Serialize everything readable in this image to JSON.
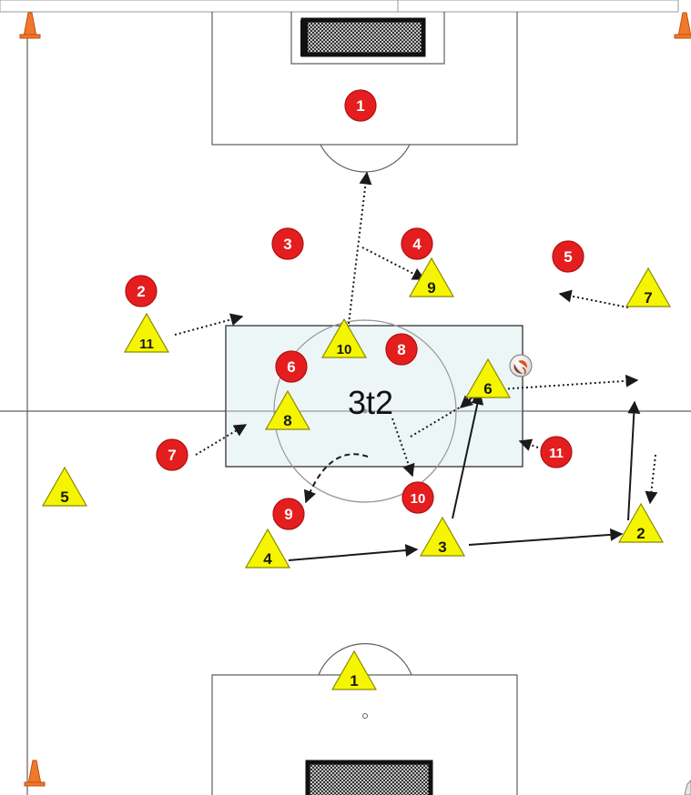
{
  "colors": {
    "pitch_bg": "#ffffff",
    "lines": "#606060",
    "zone_fill": "#eaf4f6",
    "zone_border": "#222222",
    "team_red": "#e41e1e",
    "team_yellow": "#f5f500",
    "cone": "#f0782a",
    "arrow": "#1a1a1a"
  },
  "zone": {
    "label": "3t2"
  },
  "players": {
    "red": [
      {
        "id": "r1",
        "number": "1"
      },
      {
        "id": "r2",
        "number": "2"
      },
      {
        "id": "r3",
        "number": "3"
      },
      {
        "id": "r4",
        "number": "4"
      },
      {
        "id": "r5",
        "number": "5"
      },
      {
        "id": "r6",
        "number": "6"
      },
      {
        "id": "r7",
        "number": "7"
      },
      {
        "id": "r8",
        "number": "8"
      },
      {
        "id": "r9",
        "number": "9"
      },
      {
        "id": "r10",
        "number": "10"
      },
      {
        "id": "r11",
        "number": "11"
      }
    ],
    "yellow": [
      {
        "id": "y1",
        "number": "1"
      },
      {
        "id": "y2",
        "number": "2"
      },
      {
        "id": "y3",
        "number": "3"
      },
      {
        "id": "y4",
        "number": "4"
      },
      {
        "id": "y5",
        "number": "5"
      },
      {
        "id": "y6",
        "number": "6"
      },
      {
        "id": "y7",
        "number": "7"
      },
      {
        "id": "y8",
        "number": "8"
      },
      {
        "id": "y9",
        "number": "9"
      },
      {
        "id": "y10",
        "number": "10"
      },
      {
        "id": "y11",
        "number": "11"
      }
    ]
  },
  "icons": {
    "cone": "traffic-cone-icon",
    "ball": "soccer-ball-icon"
  }
}
